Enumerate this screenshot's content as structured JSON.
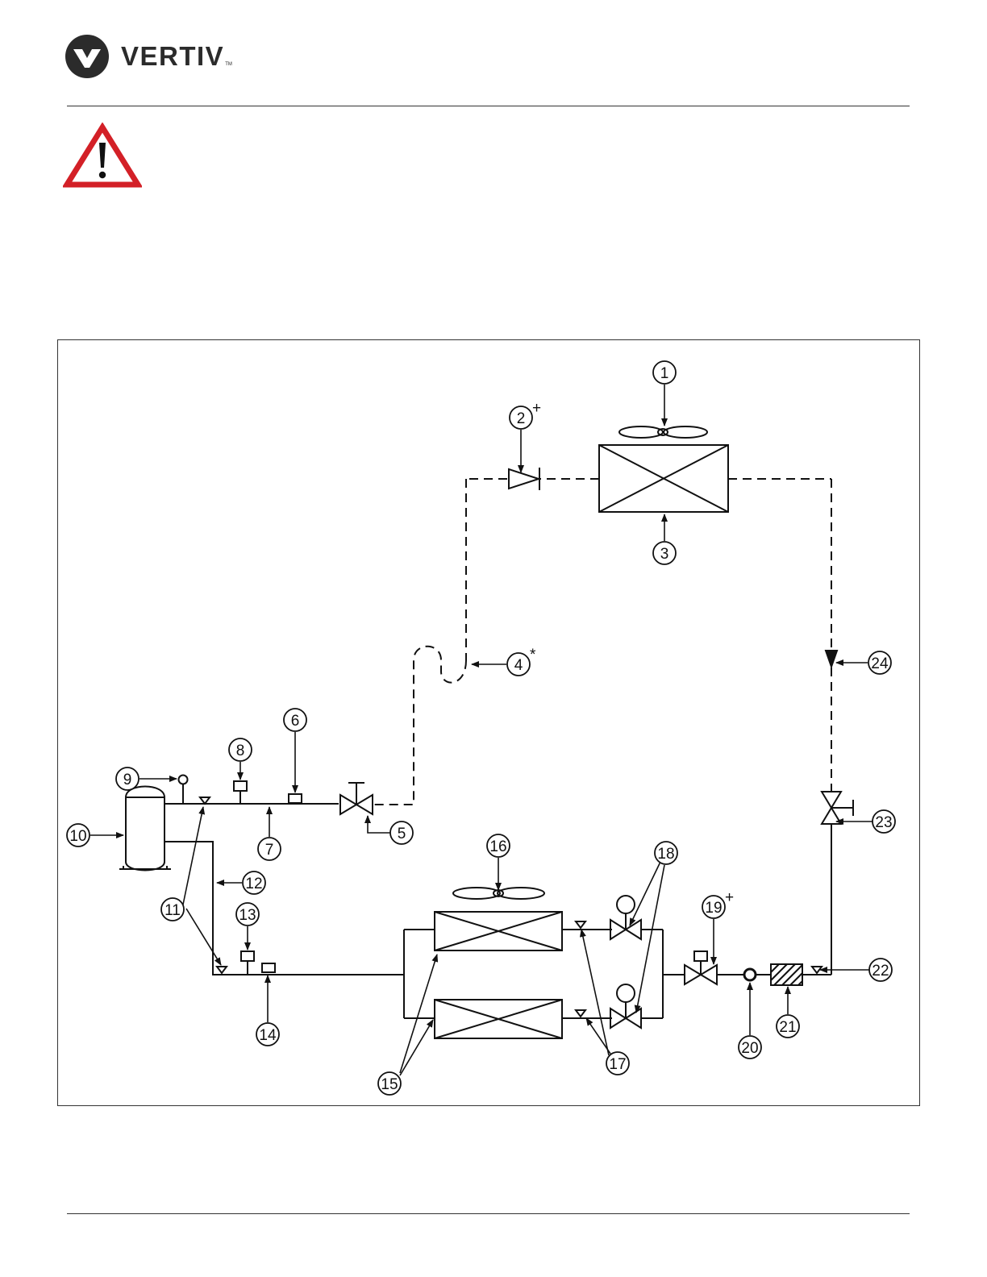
{
  "brand": {
    "name": "VERTIV",
    "tm": "TM"
  },
  "colors": {
    "warning_red": "#d32027",
    "logo_dark": "#2b2b2b",
    "line": "#111111"
  },
  "icons": {
    "logo": "vertiv-logo-icon",
    "warning": "warning-triangle-icon"
  },
  "diagram": {
    "callouts": [
      {
        "id": 1,
        "label": "1",
        "mark": ""
      },
      {
        "id": 2,
        "label": "2",
        "mark": "+"
      },
      {
        "id": 3,
        "label": "3",
        "mark": ""
      },
      {
        "id": 4,
        "label": "4",
        "mark": "*"
      },
      {
        "id": 5,
        "label": "5",
        "mark": ""
      },
      {
        "id": 6,
        "label": "6",
        "mark": ""
      },
      {
        "id": 7,
        "label": "7",
        "mark": ""
      },
      {
        "id": 8,
        "label": "8",
        "mark": ""
      },
      {
        "id": 9,
        "label": "9",
        "mark": ""
      },
      {
        "id": 10,
        "label": "10",
        "mark": ""
      },
      {
        "id": 11,
        "label": "11",
        "mark": ""
      },
      {
        "id": 12,
        "label": "12",
        "mark": ""
      },
      {
        "id": 13,
        "label": "13",
        "mark": ""
      },
      {
        "id": 14,
        "label": "14",
        "mark": ""
      },
      {
        "id": 15,
        "label": "15",
        "mark": ""
      },
      {
        "id": 16,
        "label": "16",
        "mark": ""
      },
      {
        "id": 17,
        "label": "17",
        "mark": ""
      },
      {
        "id": 18,
        "label": "18",
        "mark": ""
      },
      {
        "id": 19,
        "label": "19",
        "mark": "+"
      },
      {
        "id": 20,
        "label": "20",
        "mark": ""
      },
      {
        "id": 21,
        "label": "21",
        "mark": ""
      },
      {
        "id": 22,
        "label": "22",
        "mark": ""
      },
      {
        "id": 23,
        "label": "23",
        "mark": ""
      },
      {
        "id": 24,
        "label": "24",
        "mark": ""
      }
    ]
  }
}
